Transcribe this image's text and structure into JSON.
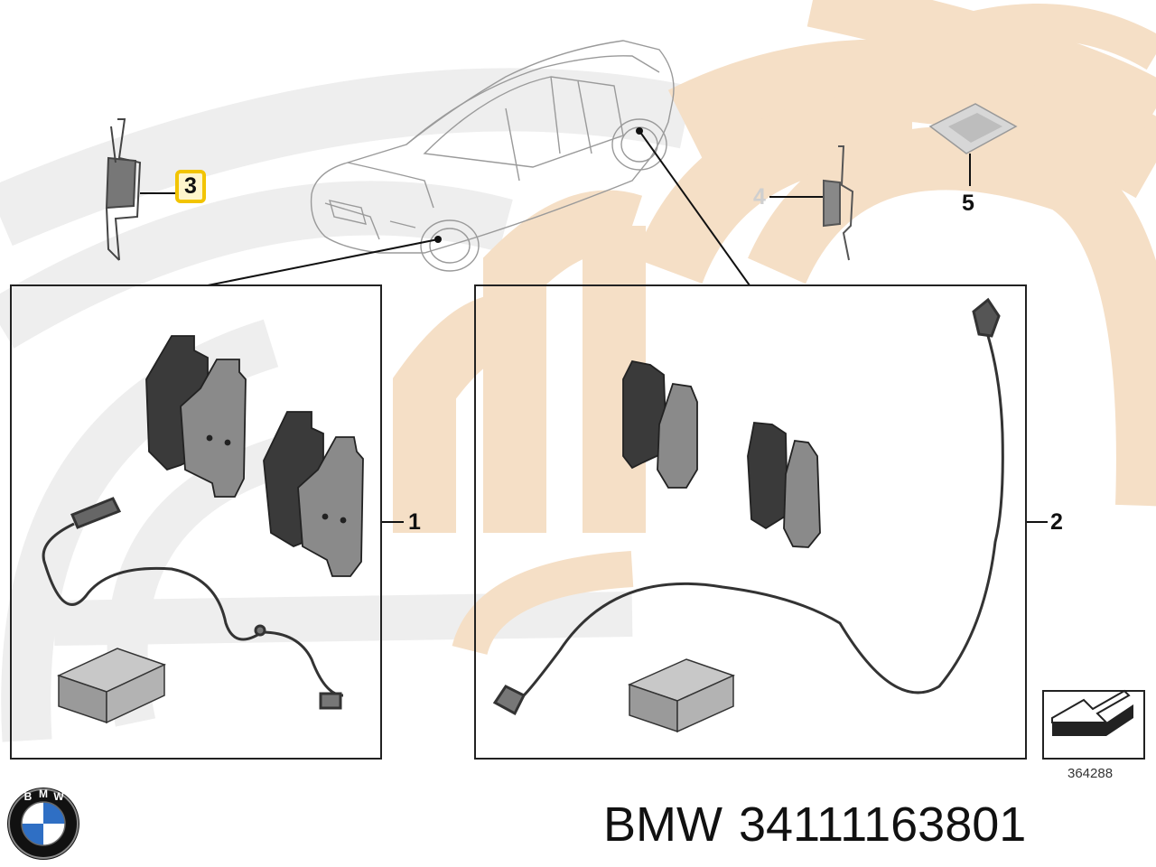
{
  "callouts": {
    "c1": "1",
    "c2": "2",
    "c3": "3",
    "c4": "4",
    "c5": "5"
  },
  "diagram_number": "364288",
  "footer": {
    "brand": "BMW",
    "part_number": "34111163801"
  },
  "logo": {
    "letters": [
      "B",
      "M",
      "W"
    ]
  },
  "colors": {
    "watermark_beige": "#f5dfc6",
    "watermark_grey": "#eeeeee",
    "highlight_yellow": "#f2c400",
    "frame": "#222222"
  }
}
